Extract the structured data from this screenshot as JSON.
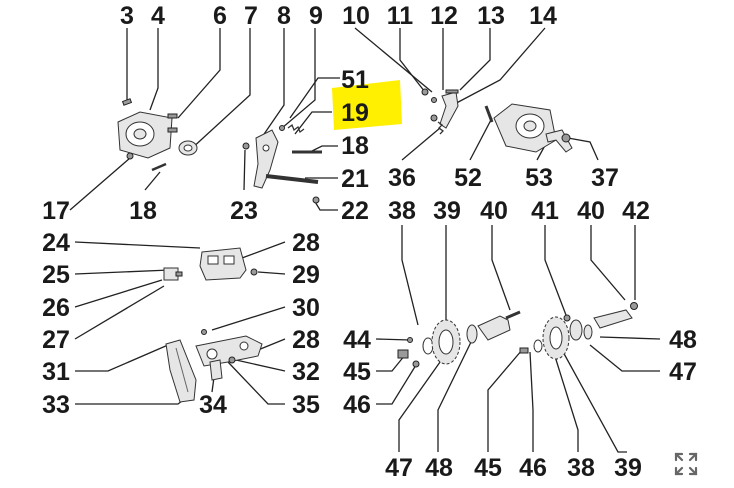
{
  "highlight_color": "#ffef00",
  "labels": {
    "l3": "3",
    "l4": "4",
    "l6": "6",
    "l7": "7",
    "l8": "8",
    "l9": "9",
    "l10": "10",
    "l11": "11",
    "l12": "12",
    "l13": "13",
    "l14": "14",
    "l51": "51",
    "l19": "19",
    "l18a": "18",
    "l21": "21",
    "l22": "22",
    "l36": "36",
    "l52": "52",
    "l53": "53",
    "l37": "37",
    "l17": "17",
    "l18b": "18",
    "l23": "23",
    "l24": "24",
    "l25": "25",
    "l26": "26",
    "l27": "27",
    "l31": "31",
    "l33": "33",
    "l28a": "28",
    "l29": "29",
    "l30": "30",
    "l28b": "28",
    "l32": "32",
    "l34": "34",
    "l35": "35",
    "l38a": "38",
    "l39a": "39",
    "l40a": "40",
    "l41": "41",
    "l40b": "40",
    "l42": "42",
    "l44": "44",
    "l45a": "45",
    "l46a": "46",
    "l48a": "48",
    "l47a": "47",
    "l47b": "47",
    "l48b": "48",
    "l45b": "45",
    "l46b": "46",
    "l38b": "38",
    "l39b": "39"
  },
  "icons": {
    "expand": "expand-icon"
  }
}
